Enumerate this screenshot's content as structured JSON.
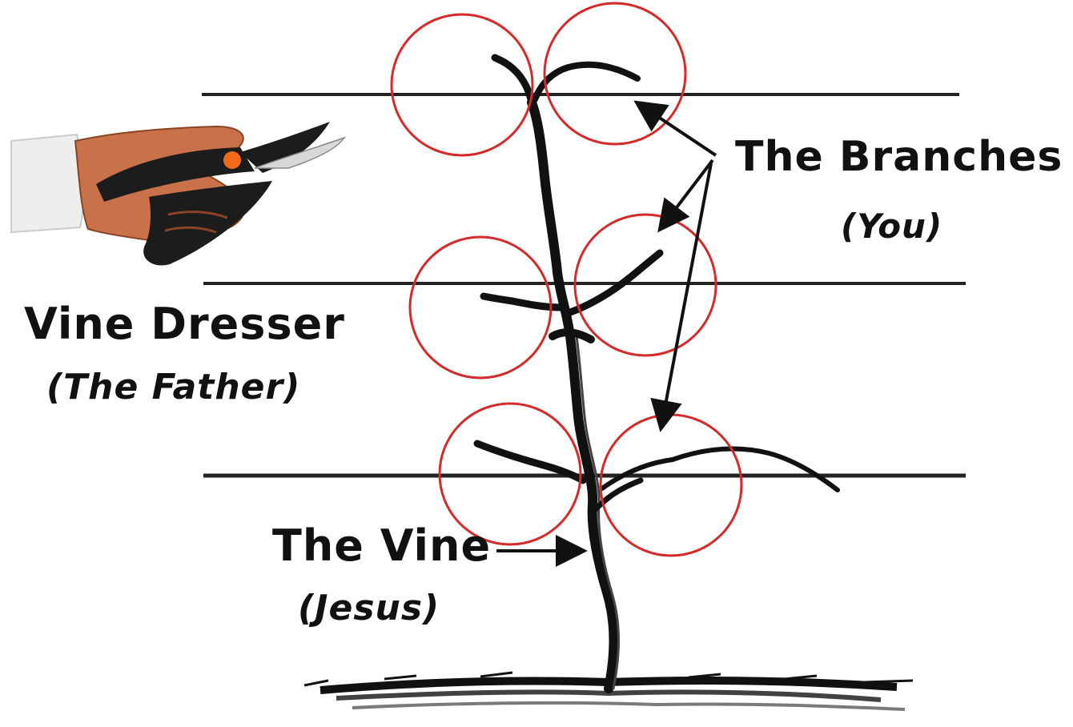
{
  "labels": {
    "branches_title": "The Branches",
    "branches_sub": "(You)",
    "dresser_title": "Vine Dresser",
    "dresser_sub": "(The Father)",
    "vine_title": "The Vine",
    "vine_sub": "(Jesus)"
  },
  "icons": {
    "pruner": "pruning-shears-in-hand-icon"
  },
  "colors": {
    "circle": "#d42a2a",
    "ink": "#111111",
    "wire": "#222222",
    "skin": "#c9724a",
    "handle": "#1c1c1c",
    "accent": "#f06a1a"
  }
}
